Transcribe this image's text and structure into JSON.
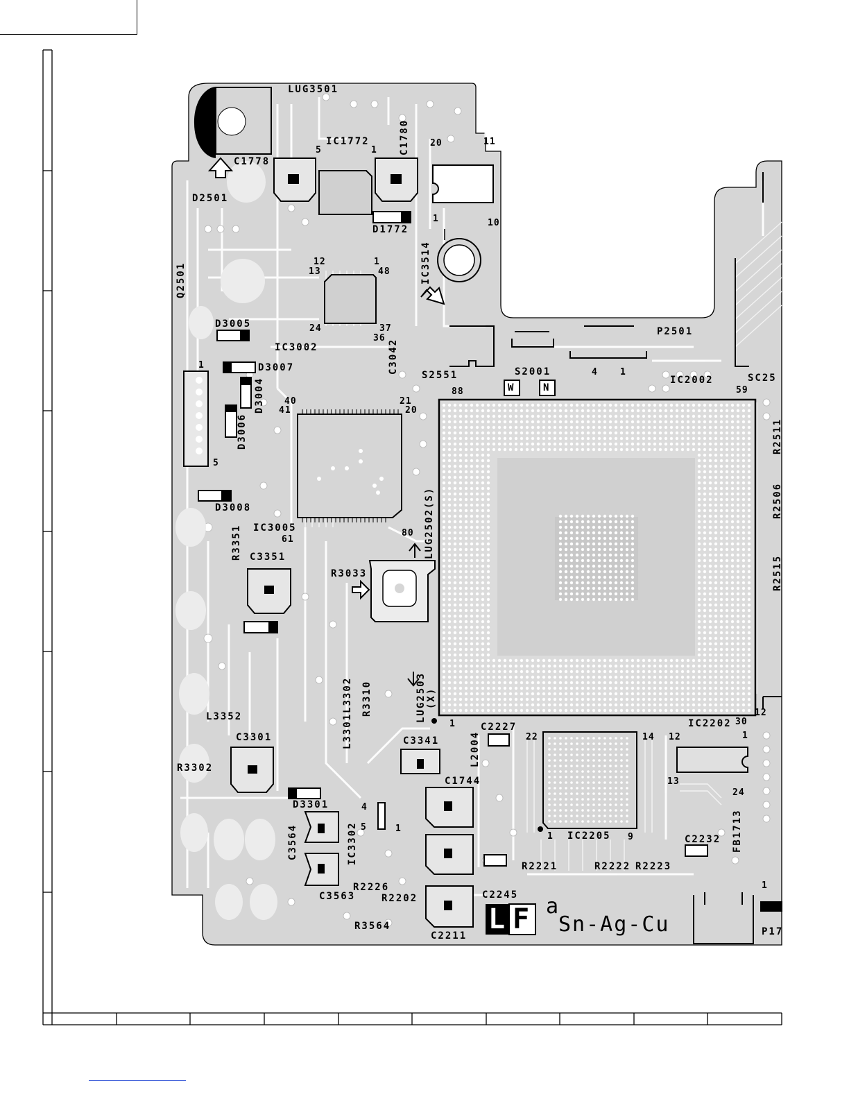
{
  "labels": {
    "lug3501": "LUG3501",
    "c1778": "C1778",
    "d2501": "D2501",
    "ic1772": "IC1772",
    "c1780": "C1780",
    "pin5a": "5",
    "pin1a": "1",
    "pin20a": "20",
    "pin11a": "11",
    "pin10a": "10",
    "pin1b": "1",
    "d1772": "D1772",
    "ic3514": "IC3514",
    "q2501": "Q2501",
    "pin12": "12",
    "pin13": "13",
    "pin1c": "1",
    "pin48": "48",
    "pin24": "24",
    "pin37": "37",
    "pin36": "36",
    "d3005": "D3005",
    "ic3002": "IC3002",
    "c3042": "C3042",
    "d3007": "D3007",
    "d3004": "D3004",
    "d3006": "D3006",
    "pin1d": "1",
    "pin5b": "5",
    "pin40": "40",
    "pin41": "41",
    "pin21": "21",
    "pin20b": "20",
    "s2551": "S2551",
    "s2001": "S2001",
    "p2501": "P2501",
    "pin4": "4",
    "pin1e": "1",
    "ic2002": "IC2002",
    "sc25": "SC25",
    "pin88": "88",
    "pin59": "59",
    "mark_w": "W",
    "mark_n": "N",
    "d3008": "D3008",
    "ic3005": "IC3005",
    "pin61": "61",
    "pin80": "80",
    "lug2502": "LUG2502(S)",
    "r3351": "R3351",
    "c3351": "C3351",
    "r3033": "R3033",
    "r2511": "R2511",
    "r2506": "R2506",
    "r2515": "R2515",
    "l3302": "L3301L3302",
    "r3310": "R3310",
    "lug2503": "LUG2503",
    "lug2503x": "(X)",
    "l3352": "L3352",
    "c3301": "C3301",
    "r3302": "R3302",
    "pin1f": "1",
    "l2004": "L2004",
    "c2227": "C2227",
    "pin22": "22",
    "pin14": "14",
    "pin12b": "12",
    "ic2202": "IC2202",
    "pin30": "30",
    "pin12c": "12",
    "pin1g": "1",
    "c3341": "C3341",
    "c1744": "C1744",
    "pin13b": "13",
    "pin24b": "24",
    "d3301": "D3301",
    "pin4b": "4",
    "pin5c": "5",
    "pin1h": "1",
    "c3564": "C3564",
    "ic3302": "IC3302",
    "pin1i": "1",
    "ic2205": "IC2205",
    "pin9": "9",
    "c2232": "C2232",
    "fb1713": "FB1713",
    "r2221": "R2221",
    "r2222": "R2222",
    "r2223": "R2223",
    "r2226": "R2226",
    "c3563": "C3563",
    "r2202": "R2202",
    "c2245": "C2245",
    "pin1j": "1",
    "r3564": "R3564",
    "c2211": "C2211",
    "p17": "P17",
    "lf_l": "L",
    "lf_f": "F",
    "solder_a": "a",
    "solder": "Sn-Ag-Cu"
  },
  "colors": {
    "board": "#d6d6d6",
    "board_light": "#ececec",
    "trace": "#ffffff",
    "ink": "#000000",
    "footer_line": "#3a5bd9"
  }
}
